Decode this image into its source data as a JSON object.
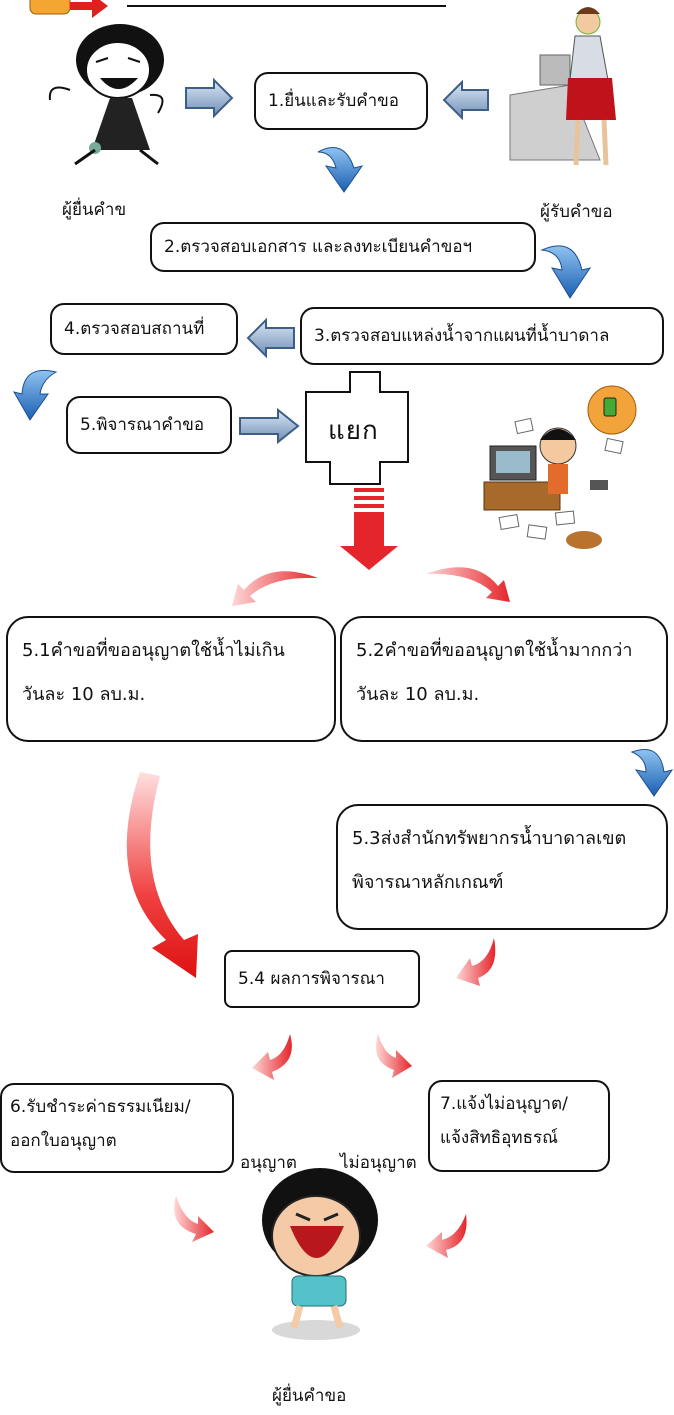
{
  "people": {
    "applicant_top": "ผู้ยื่นคำข",
    "receiver": "ผู้รับคำขอ",
    "applicant_bottom": "ผู้ยื่นคำขอ"
  },
  "steps": {
    "s1": "1.ยื่นและรับคำขอ",
    "s2": "2.ตรวจสอบเอกสาร  และลงทะเบียนคำขอฯ",
    "s3": "3.ตรวจสอบแหล่งน้ำจากแผนที่น้ำบาดาล",
    "s4": "4.ตรวจสอบสถานที่",
    "s5": "5.พิจารณาคำขอ",
    "split": "แยก",
    "s51": {
      "line1": "5.1คำขอที่ขออนุญาตใช้น้ำไม่เกิน",
      "line2": "วันละ  10  ลบ.ม."
    },
    "s52": {
      "line1": "5.2คำขอที่ขออนุญาตใช้น้ำมากกว่า",
      "line2": "วันละ  10  ลบ.ม."
    },
    "s53": {
      "line1": "5.3ส่งสำนักทรัพยากรน้ำบาดาลเขต",
      "line2": "พิจารณาหลักเกณฑ์"
    },
    "s54": "5.4  ผลการพิจารณา",
    "s6": {
      "line1": "6.รับชำระค่าธรรมเนียม/",
      "line2": "ออกใบอนุญาต"
    },
    "s7": {
      "line1": "7.แจ้งไม่อนุญาต/",
      "line2": "แจ้งสิทธิอุทธรณ์"
    }
  },
  "outcomes": {
    "approve": "อนุญาต",
    "deny": "ไม่อนุญาต"
  },
  "colors": {
    "blue_arrow": "#2f74c9",
    "red_arrow": "#e4252b",
    "box_border": "#111111"
  }
}
